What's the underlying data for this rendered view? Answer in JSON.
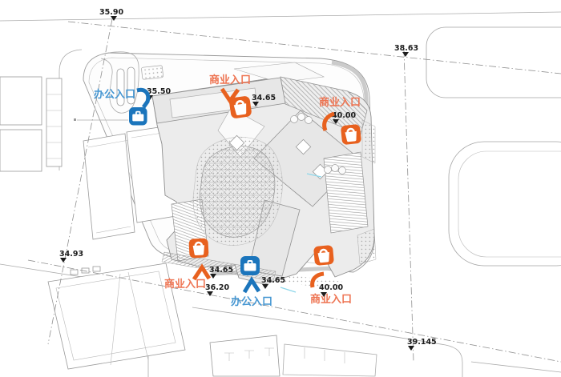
{
  "drawing": {
    "kind": "architectural site plan"
  },
  "boundary_markers": {
    "north": "35.90",
    "east": "38.63",
    "southwest": "34.93",
    "southeast": "39.145"
  },
  "road_spot_elevation": "36.20",
  "entrances": [
    {
      "id": "office-northwest",
      "type": "office",
      "label": "办公入口",
      "elevation": "35.50"
    },
    {
      "id": "commercial-north",
      "type": "commercial",
      "label": "商业入口",
      "elevation": "34.65"
    },
    {
      "id": "commercial-east",
      "type": "commercial",
      "label": "商业入口",
      "elevation": "40.00"
    },
    {
      "id": "commercial-southwest",
      "type": "commercial",
      "label": "商业入口",
      "elevation": "34.65"
    },
    {
      "id": "office-south",
      "type": "office",
      "label": "办公入口",
      "elevation": "34.65"
    },
    {
      "id": "commercial-southeast",
      "type": "commercial",
      "label": "商业入口",
      "elevation": "40.00"
    }
  ],
  "colors": {
    "commercial": "#E8611F",
    "commercial_text": "#EE7452",
    "office": "#1B75BC",
    "office_text": "#4596D2",
    "elevation_text": "#1C1C1C",
    "line": "#9A9A9A"
  }
}
